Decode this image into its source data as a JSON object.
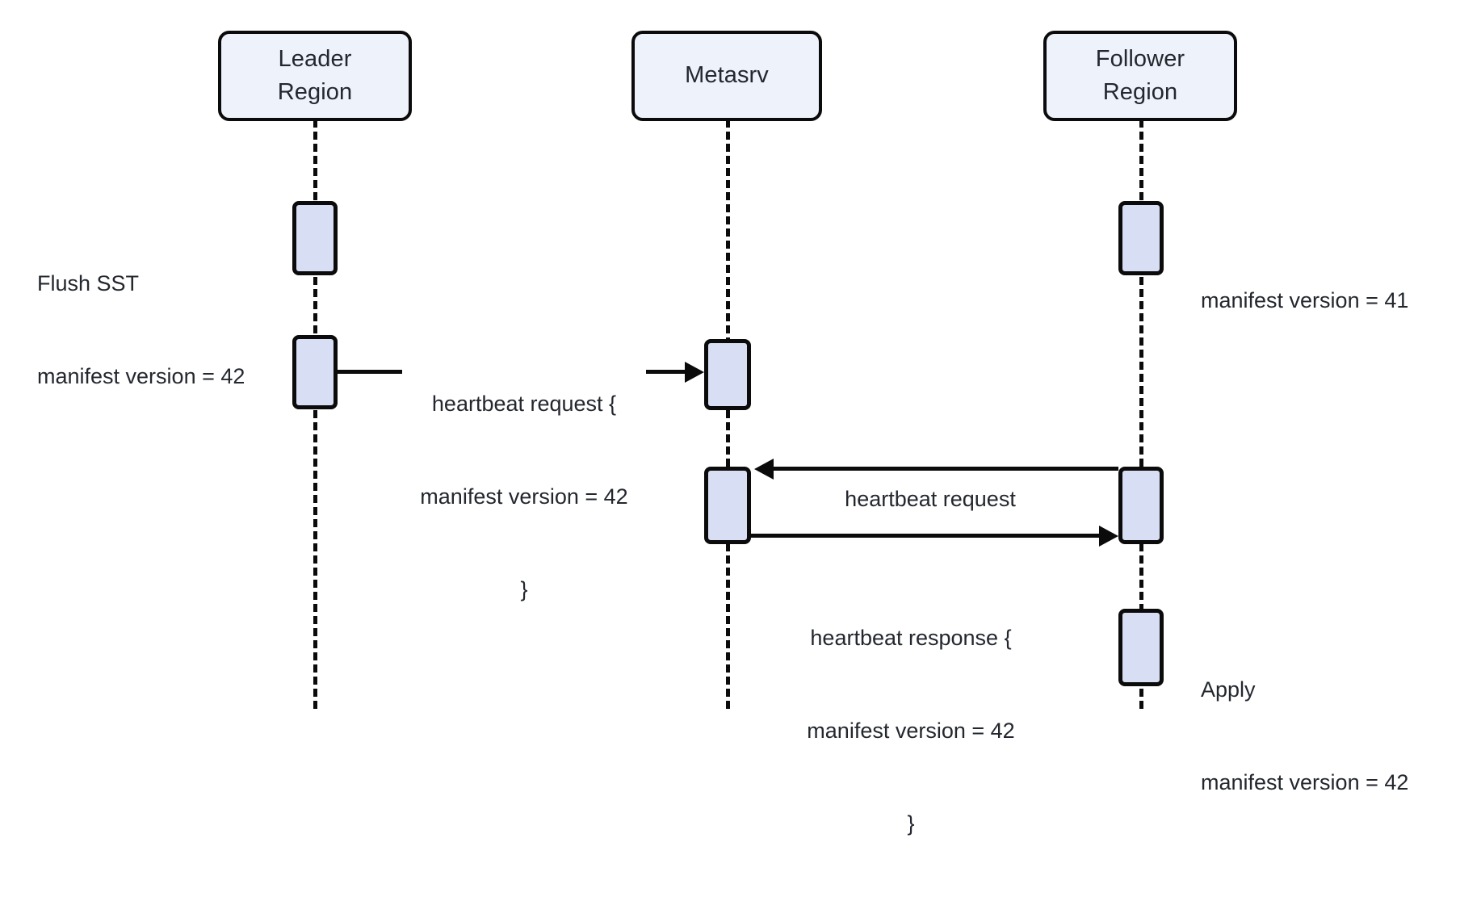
{
  "diagram": {
    "type": "sequence-diagram",
    "title": "Manifest version propagation via heartbeat",
    "colors": {
      "participant_fill": "#eef2fb",
      "activation_fill": "#d8dff4",
      "stroke": "#0b0b0b",
      "text": "#23272e",
      "background": "#ffffff"
    },
    "participants": [
      {
        "id": "leader",
        "line1": "Leader",
        "line2": "Region"
      },
      {
        "id": "metasrv",
        "line1": "Metasrv",
        "line2": ""
      },
      {
        "id": "follower",
        "line1": "Follower",
        "line2": "Region"
      }
    ],
    "notes": [
      {
        "id": "flush-note",
        "line1": "Flush SST",
        "line2": "manifest version = 42",
        "side": "left",
        "participant": "leader"
      },
      {
        "id": "follower-ver-note",
        "line1": "manifest version = 41",
        "line2": "",
        "side": "right",
        "participant": "follower"
      },
      {
        "id": "apply-note",
        "line1": "Apply",
        "line2": "manifest version = 42",
        "side": "right",
        "participant": "follower"
      }
    ],
    "messages": [
      {
        "id": "heartbeat-request-leader",
        "from": "leader",
        "to": "metasrv",
        "direction": "right",
        "lines": [
          "heartbeat request {",
          "manifest version = 42",
          "}"
        ]
      },
      {
        "id": "heartbeat-request-follower",
        "from": "follower",
        "to": "metasrv",
        "direction": "left",
        "lines": [
          "heartbeat request"
        ]
      },
      {
        "id": "heartbeat-response-metasrv",
        "from": "metasrv",
        "to": "follower",
        "direction": "right",
        "lines": [
          "heartbeat response {",
          "manifest version = 42",
          "}"
        ]
      }
    ]
  }
}
